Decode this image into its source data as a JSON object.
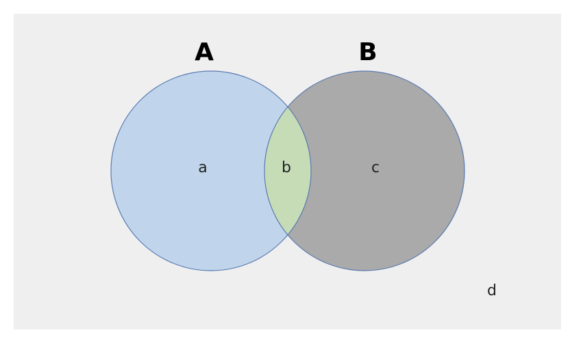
{
  "diagram": {
    "sets": [
      {
        "label": "A",
        "fill": "#c0d5eb"
      },
      {
        "label": "B",
        "fill": "#a9aaa9"
      }
    ],
    "regions": {
      "a": "a",
      "b": "b",
      "c": "c",
      "d": "d"
    },
    "intersection_fill": "#c6dcb7",
    "outline_color": "#5a79b0",
    "background_color": "#efefef"
  }
}
